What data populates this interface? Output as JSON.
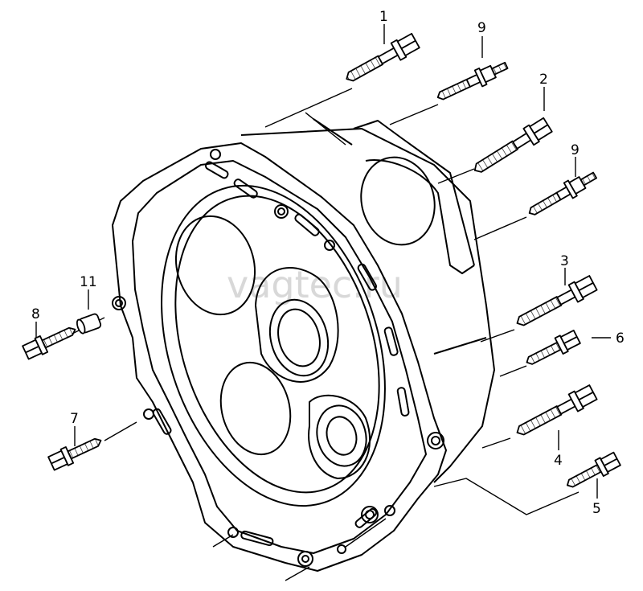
{
  "watermark": "vagtec.ru",
  "callouts": [
    {
      "id": "c1",
      "text": "1"
    },
    {
      "id": "c9a",
      "text": "9"
    },
    {
      "id": "c2",
      "text": "2"
    },
    {
      "id": "c9b",
      "text": "9"
    },
    {
      "id": "c3",
      "text": "3"
    },
    {
      "id": "c6",
      "text": "6"
    },
    {
      "id": "c4",
      "text": "4"
    },
    {
      "id": "c5",
      "text": "5"
    },
    {
      "id": "c11",
      "text": "11"
    },
    {
      "id": "c8",
      "text": "8"
    },
    {
      "id": "c7",
      "text": "7"
    }
  ]
}
